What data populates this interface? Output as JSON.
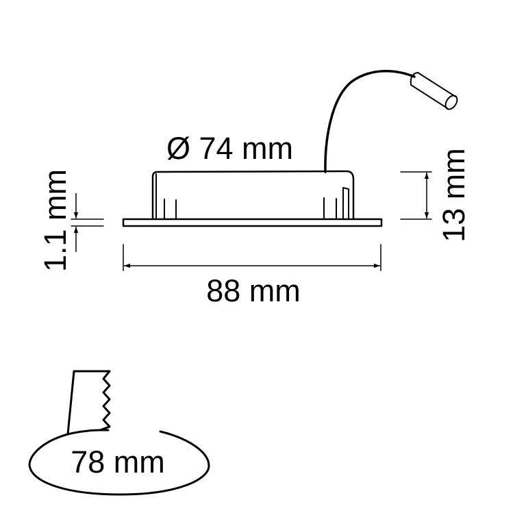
{
  "diagram": {
    "type": "technical-dimension-drawing",
    "subject": "recessed downlight with flexible cable",
    "labels": {
      "diameter": "Ø 74 mm",
      "width": "88 mm",
      "height": "13 mm",
      "flange_thickness": "1.1 mm",
      "cutout": "78 mm"
    },
    "colors": {
      "line": "#000000",
      "background": "#ffffff"
    }
  }
}
